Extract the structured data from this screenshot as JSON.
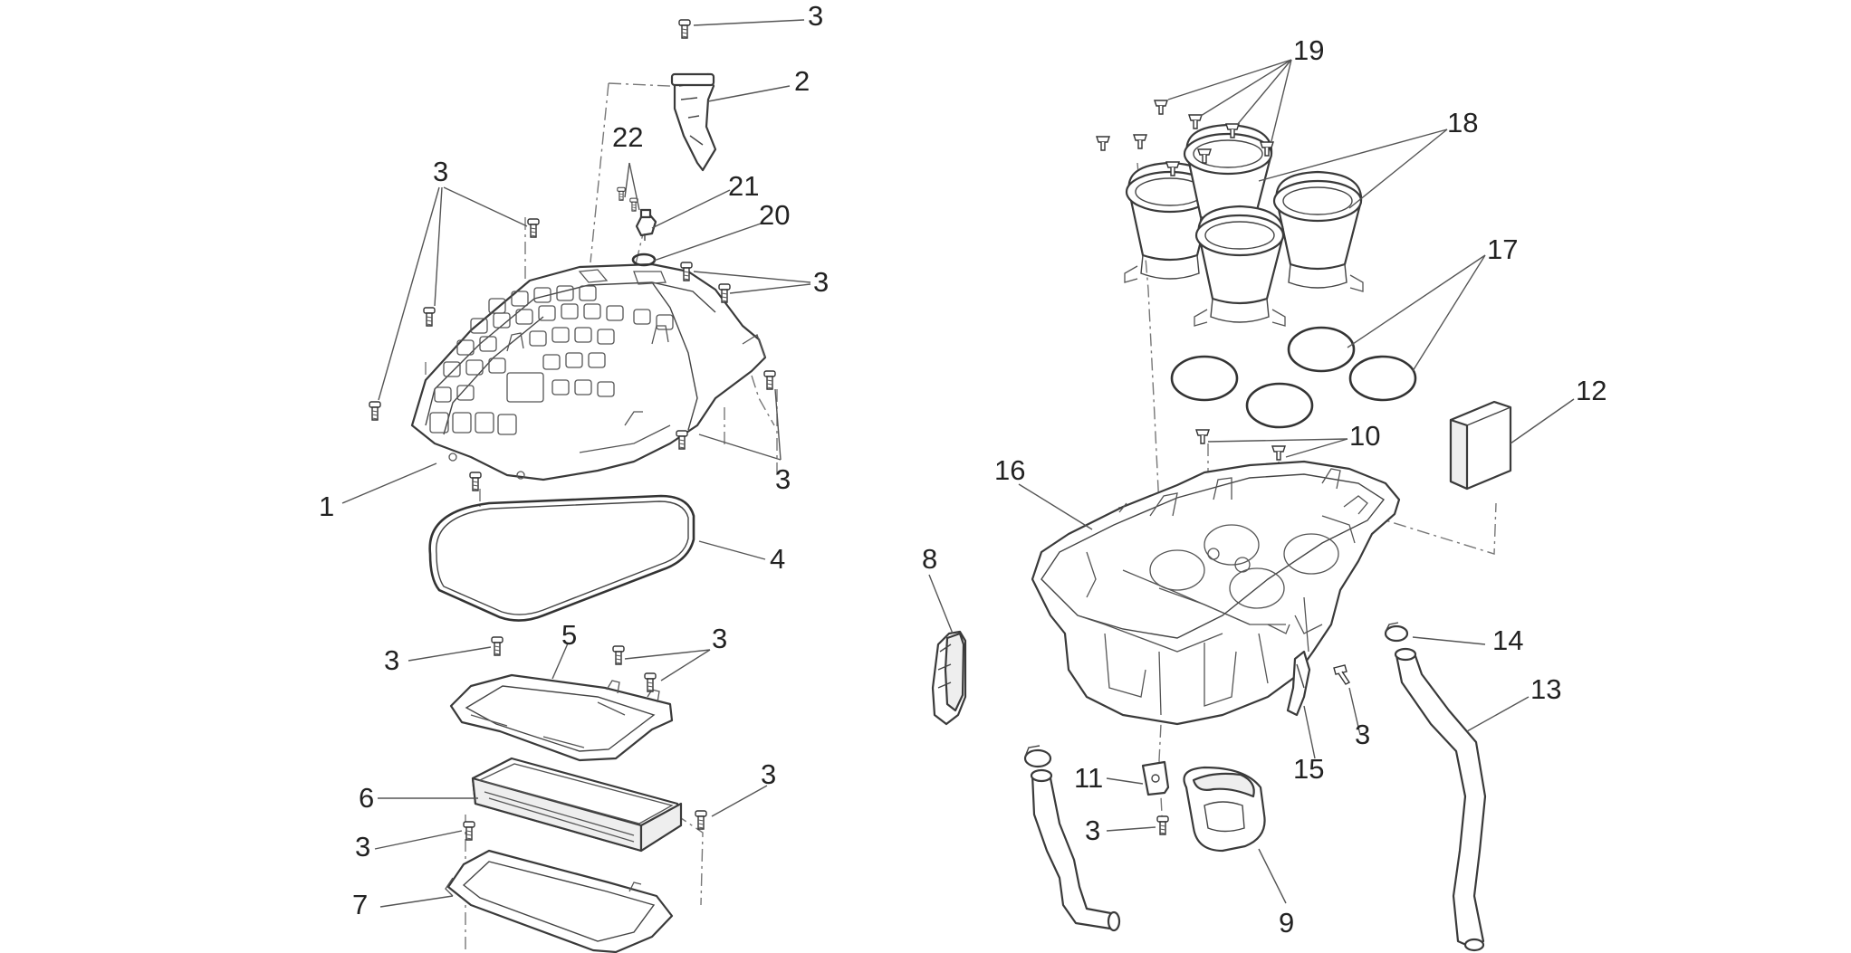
{
  "callouts": {
    "c1": "1",
    "c2": "2",
    "c3": "3",
    "c4": "4",
    "c5": "5",
    "c6": "6",
    "c7": "7",
    "c8": "8",
    "c9": "9",
    "c10": "10",
    "c11": "11",
    "c12": "12",
    "c13": "13",
    "c14": "14",
    "c15": "15",
    "c16": "16",
    "c17": "17",
    "c18": "18",
    "c19": "19",
    "c20": "20",
    "c21": "21",
    "c22": "22"
  },
  "colors": {
    "line": "#3a3a3a",
    "background": "#ffffff"
  }
}
